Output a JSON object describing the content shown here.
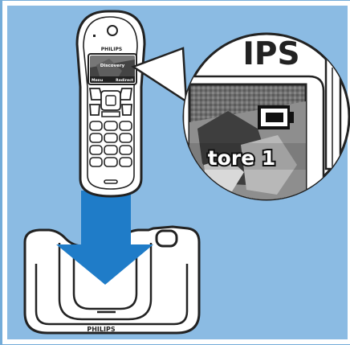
{
  "colors": {
    "background": "#74acd9",
    "panel": "#8bbbe3",
    "border": "#ffffff",
    "arrow": "#1f7cc8",
    "line": "#222222",
    "screen_dark": "#333333",
    "screen_light": "#e7e7e7"
  },
  "handset": {
    "brand": "PHILIPS",
    "screen_title": "Discovery",
    "softkey_left": "Menu",
    "softkey_right": "Redirect"
  },
  "zoom": {
    "brand_fragment": "IPS",
    "label_fragment": "tore 1"
  },
  "base": {
    "brand": "PHILIPS"
  },
  "icons": {
    "battery": "battery-icon",
    "arrow": "down-arrow-icon"
  }
}
